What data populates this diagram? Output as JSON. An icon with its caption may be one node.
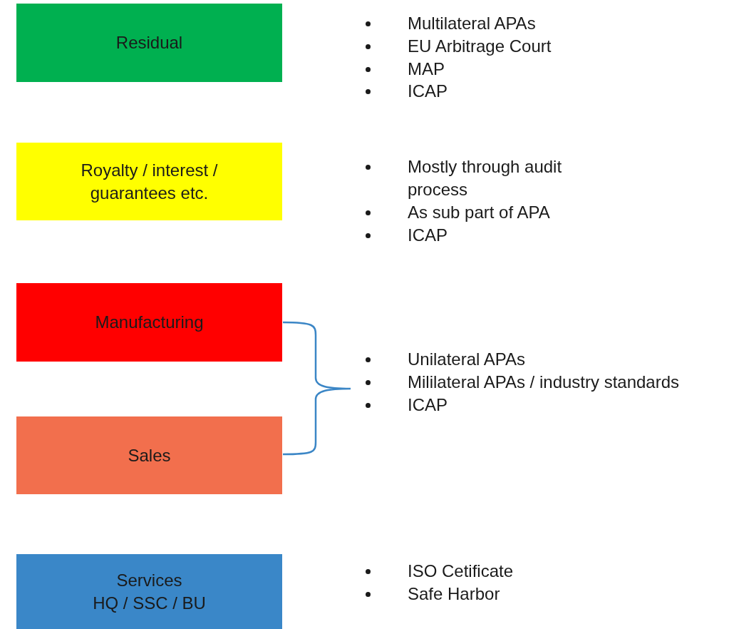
{
  "diagram": {
    "nodes": [
      {
        "text": [
          "Residual"
        ]
      },
      {
        "text": [
          "Royalty / interest / guarantees etc."
        ]
      },
      {
        "text": [
          "Manufacturing"
        ]
      },
      {
        "text": [
          "Sales"
        ]
      },
      {
        "text": [
          "Services",
          "HQ / SSC / BU"
        ]
      }
    ],
    "edges": [],
    "labels": [
      "Multilateral APAs",
      "EU Arbitrage Court",
      "MAP",
      "ICAP",
      "Mostly through audit process",
      "As sub part of APA",
      "ICAP",
      "Unilateral APAs",
      "Mililateral APAs / industry standards",
      "ICAP",
      "ISO Cetificate",
      "Safe Harbor"
    ]
  }
}
